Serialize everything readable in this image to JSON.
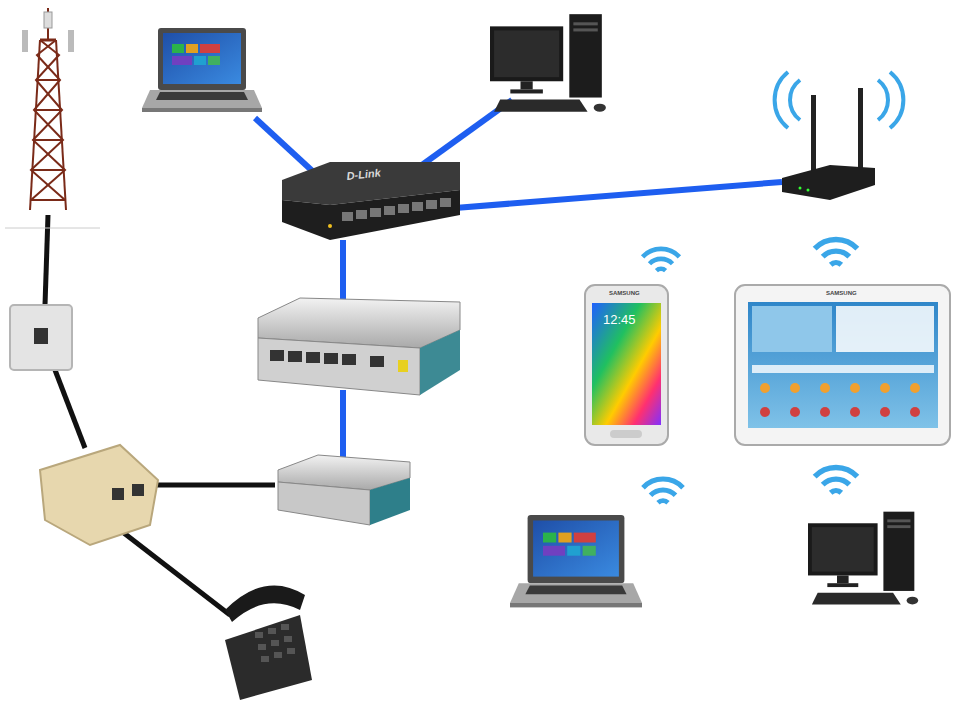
{
  "diagram": {
    "labels": [
      "D-Link",
      "12:45",
      "SAMSUNG",
      "SAMSUNG"
    ]
  }
}
